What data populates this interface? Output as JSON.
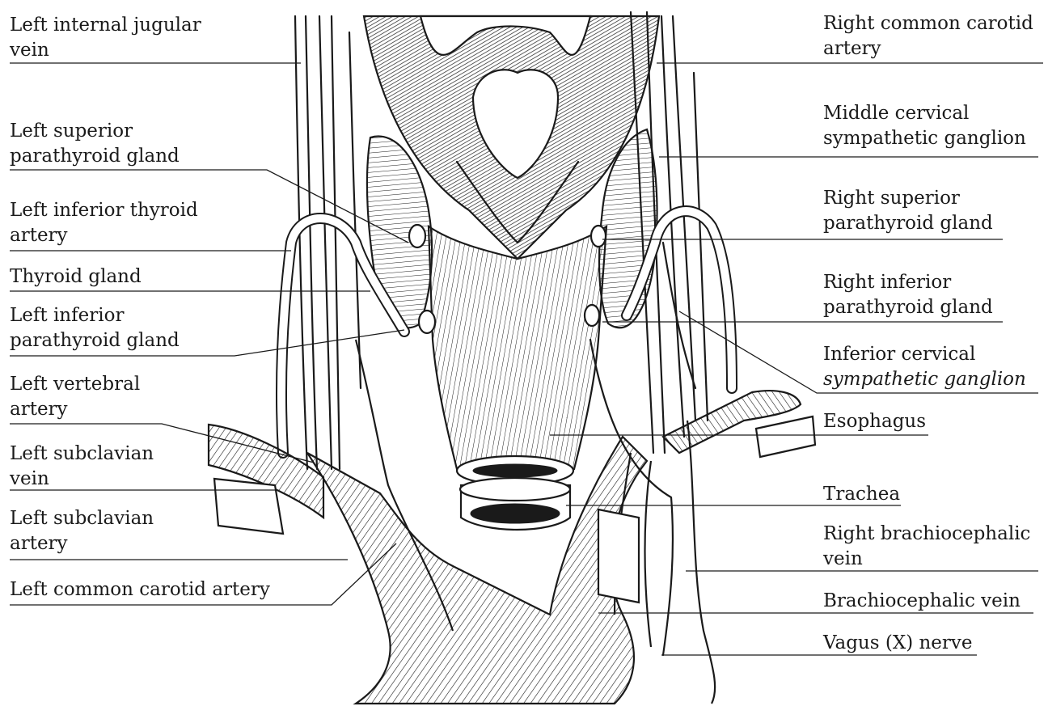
{
  "labels": {
    "left_internal_jugular_vein": [
      "Left internal jugular",
      "vein"
    ],
    "left_superior_parathyroid_gland": [
      "Left superior",
      "parathyroid gland"
    ],
    "left_inferior_thyroid_artery": [
      "Left inferior thyroid",
      "artery"
    ],
    "thyroid_gland": [
      "Thyroid gland"
    ],
    "left_inferior_parathyroid_gland": [
      "Left inferior",
      "parathyroid gland"
    ],
    "left_vertebral_artery": [
      "Left vertebral",
      "artery"
    ],
    "left_subclavian_vein": [
      "Left subclavian",
      "vein"
    ],
    "left_subclavian_artery": [
      "Left subclavian",
      "artery"
    ],
    "left_common_carotid_artery": [
      "Left common carotid artery"
    ],
    "right_common_carotid_artery": [
      "Right common carotid",
      "artery"
    ],
    "middle_cervical_sympathetic_ganglion": [
      "Middle cervical",
      "sympathetic ganglion"
    ],
    "right_superior_parathyroid_gland": [
      "Right superior",
      "parathyroid gland"
    ],
    "right_inferior_parathyroid_gland": [
      "Right inferior",
      "parathyroid gland"
    ],
    "inferior_cervical_sympathetic_ganglion": [
      "Inferior cervical",
      "sympathetic ganglion"
    ],
    "esophagus": [
      "Esophagus"
    ],
    "trachea": [
      "Trachea"
    ],
    "right_brachiocephalic_vein": [
      "Right brachiocephalic",
      "vein"
    ],
    "brachiocephalic_vein": [
      "Brachiocephalic vein"
    ],
    "vagus_nerve": [
      "Vagus (X) nerve"
    ]
  }
}
